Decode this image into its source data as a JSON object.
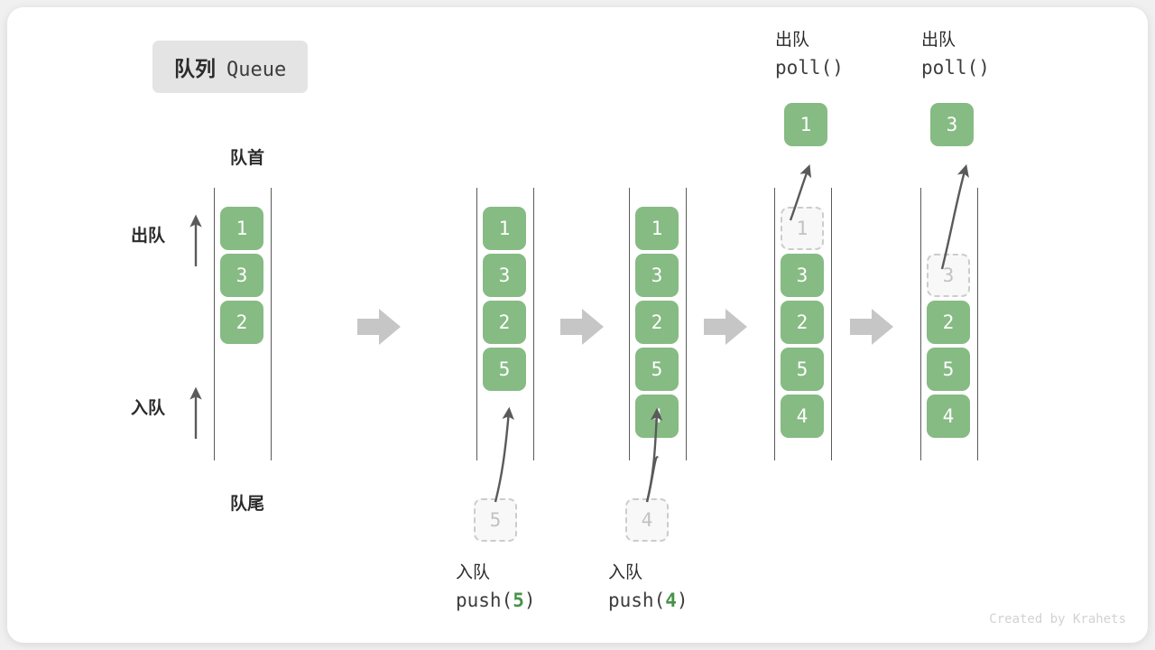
{
  "title": {
    "cn": "队列",
    "en": "Queue"
  },
  "labels": {
    "front": "队首",
    "rear": "队尾",
    "dequeue": "出队",
    "enqueue": "入队"
  },
  "watermark": "Created by Krahets",
  "colors": {
    "cell_fill": "#86bb83",
    "cell_text": "#ffffff",
    "ghost_border": "#cccccc",
    "ghost_text": "#c2c2c2",
    "arrow_gray": "#c6c6c6",
    "accent_green": "#479349",
    "rail": "#5a5a5a",
    "badge_bg": "#e4e4e4",
    "card_bg": "#ffffff",
    "page_bg": "#f0f0f0"
  },
  "icons": {
    "step_arrow": "right-arrow-icon",
    "dequeue_arrow": "up-arrow-icon",
    "enqueue_arrow": "up-arrow-icon",
    "motion_arrow": "curved-arrow-icon"
  },
  "steps": [
    {
      "id": "initial",
      "cells": [
        {
          "value": "1",
          "state": "filled"
        },
        {
          "value": "3",
          "state": "filled"
        },
        {
          "value": "2",
          "state": "filled"
        }
      ],
      "caption": null,
      "incoming": null,
      "popped": null
    },
    {
      "id": "push-5",
      "cells": [
        {
          "value": "1",
          "state": "filled"
        },
        {
          "value": "3",
          "state": "filled"
        },
        {
          "value": "2",
          "state": "filled"
        },
        {
          "value": "5",
          "state": "filled"
        }
      ],
      "caption": {
        "cn": "入队",
        "fn": "push(",
        "arg": "5",
        "fn_close": ")"
      },
      "incoming": {
        "value": "5"
      },
      "popped": null
    },
    {
      "id": "push-4",
      "cells": [
        {
          "value": "1",
          "state": "filled"
        },
        {
          "value": "3",
          "state": "filled"
        },
        {
          "value": "2",
          "state": "filled"
        },
        {
          "value": "5",
          "state": "filled"
        },
        {
          "value": "4",
          "state": "filled"
        }
      ],
      "caption": {
        "cn": "入队",
        "fn": "push(",
        "arg": "4",
        "fn_close": ")"
      },
      "incoming": {
        "value": "4"
      },
      "popped": null
    },
    {
      "id": "poll-1",
      "cells": [
        {
          "value": "1",
          "state": "ghost"
        },
        {
          "value": "3",
          "state": "filled"
        },
        {
          "value": "2",
          "state": "filled"
        },
        {
          "value": "5",
          "state": "filled"
        },
        {
          "value": "4",
          "state": "filled"
        }
      ],
      "caption": {
        "cn": "出队",
        "fn": "poll(",
        "arg": "",
        "fn_close": ")"
      },
      "incoming": null,
      "popped": {
        "value": "1"
      }
    },
    {
      "id": "poll-3",
      "cells": [
        {
          "value": "",
          "state": "empty"
        },
        {
          "value": "3",
          "state": "ghost"
        },
        {
          "value": "2",
          "state": "filled"
        },
        {
          "value": "5",
          "state": "filled"
        },
        {
          "value": "4",
          "state": "filled"
        }
      ],
      "caption": {
        "cn": "出队",
        "fn": "poll(",
        "arg": "",
        "fn_close": ")"
      },
      "incoming": null,
      "popped": {
        "value": "3"
      }
    }
  ],
  "chart_data": {
    "type": "diagram",
    "title": "队列 Queue",
    "description": "Queue FIFO operations: push(5), push(4), poll(), poll()",
    "sequence": [
      {
        "op": "initial",
        "contents": [
          "1",
          "3",
          "2"
        ]
      },
      {
        "op": "push(5)",
        "contents": [
          "1",
          "3",
          "2",
          "5"
        ]
      },
      {
        "op": "push(4)",
        "contents": [
          "1",
          "3",
          "2",
          "5",
          "4"
        ]
      },
      {
        "op": "poll()",
        "removed": "1",
        "contents": [
          "3",
          "2",
          "5",
          "4"
        ]
      },
      {
        "op": "poll()",
        "removed": "3",
        "contents": [
          "2",
          "5",
          "4"
        ]
      }
    ]
  }
}
